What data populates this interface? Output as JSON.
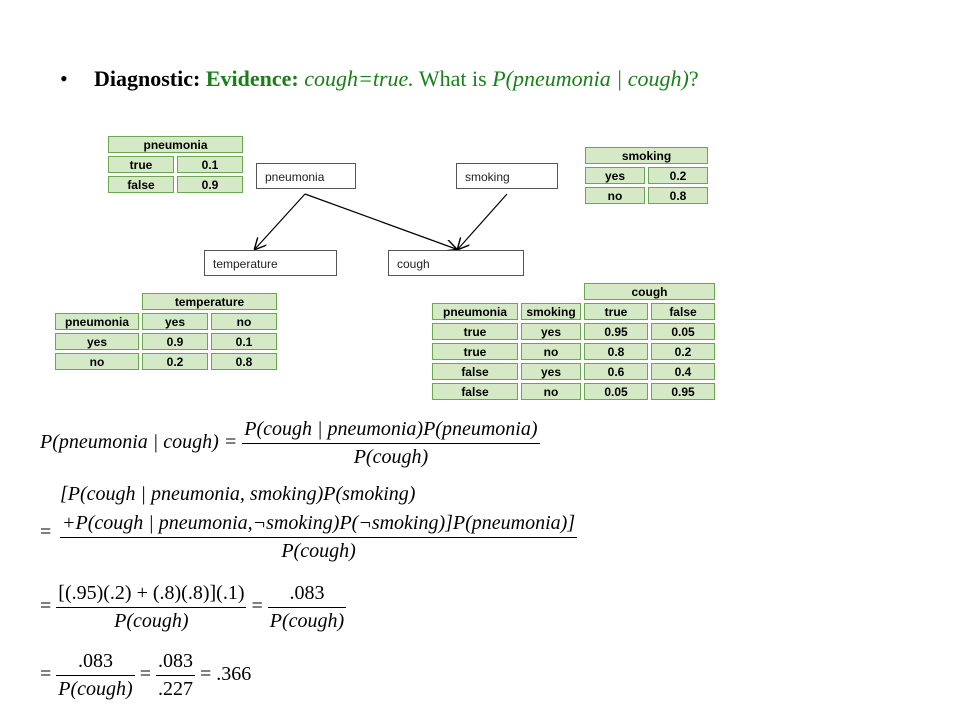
{
  "heading": {
    "bullet": "•",
    "diagnostic": "Diagnostic:",
    "evidence": "Evidence:",
    "evidence_value": "cough=true.",
    "question_prefix": "What is",
    "question_expr": "P(pneumonia | cough)",
    "question_suffix": "?"
  },
  "nodes": {
    "pneumonia": "pneumonia",
    "smoking": "smoking",
    "temperature": "temperature",
    "cough": "cough"
  },
  "cpt_pneumonia": {
    "header": "pneumonia",
    "rows": [
      [
        "true",
        "0.1"
      ],
      [
        "false",
        "0.9"
      ]
    ]
  },
  "cpt_smoking": {
    "header": "smoking",
    "rows": [
      [
        "yes",
        "0.2"
      ],
      [
        "no",
        "0.8"
      ]
    ]
  },
  "cpt_temperature": {
    "header": "temperature",
    "parent": "pneumonia",
    "cols": [
      "yes",
      "no"
    ],
    "rows": [
      [
        "yes",
        "0.9",
        "0.1"
      ],
      [
        "no",
        "0.2",
        "0.8"
      ]
    ]
  },
  "cpt_cough": {
    "header": "cough",
    "parents": [
      "pneumonia",
      "smoking"
    ],
    "cols": [
      "true",
      "false"
    ],
    "rows": [
      [
        "true",
        "yes",
        "0.95",
        "0.05"
      ],
      [
        "true",
        "no",
        "0.8",
        "0.2"
      ],
      [
        "false",
        "yes",
        "0.6",
        "0.4"
      ],
      [
        "false",
        "no",
        "0.05",
        "0.95"
      ]
    ]
  },
  "math": {
    "l1_lhs": "P(pneumonia | cough) =",
    "l1_num": "P(cough | pneumonia)P(pneumonia)",
    "l1_den": "P(cough)",
    "l2_num_a": "[P(cough | pneumonia, smoking)P(smoking)",
    "l2_num_b": "+P(cough | pneumonia,¬smoking)P(¬smoking)]P(pneumonia)]",
    "l2_den": "P(cough)",
    "l3_num": "[(.95)(.2) + (.8)(.8)](.1)",
    "l3_den": "P(cough)",
    "l3_num2": ".083",
    "l3_den2": "P(cough)",
    "l4_num": ".083",
    "l4_den": "P(cough)",
    "l4_num2": ".083",
    "l4_den2": ".227",
    "l4_result": ".366",
    "eq": "="
  }
}
